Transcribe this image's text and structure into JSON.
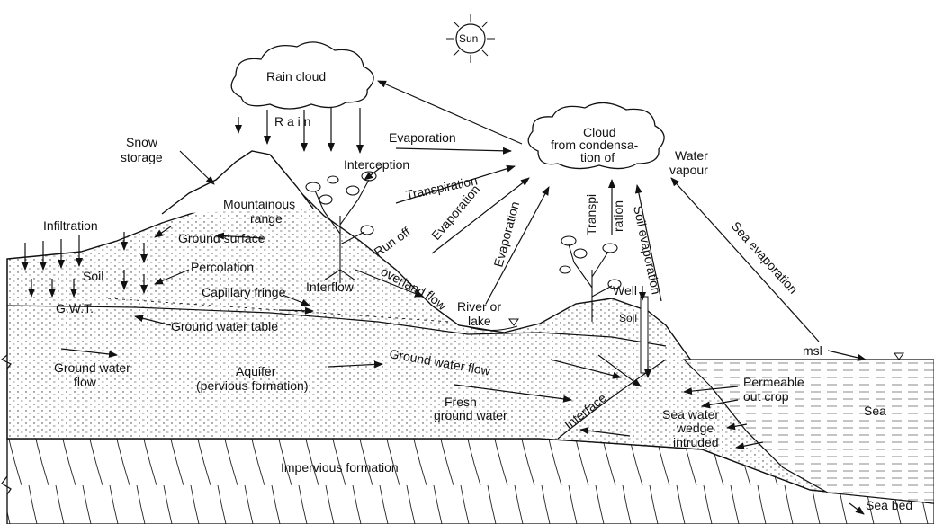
{
  "labels": {
    "sun": "Sun",
    "rain_cloud": "Rain cloud",
    "rain": "R a i n",
    "evaporation_top": "Evaporation",
    "cloud_line1": "Cloud",
    "cloud_line2": "from condensa-",
    "cloud_line3": "tion of",
    "water_vapour_1": "Water",
    "water_vapour_2": "vapour",
    "snow_1": "Snow",
    "snow_2": "storage",
    "interception": "Interception",
    "transpiration": "Transpiration",
    "infiltration": "Infiltration",
    "mountain_1": "Mountainous",
    "mountain_2": "range",
    "ground_surface": "Ground surface",
    "evaporation_mid": "Evaporation",
    "evaporation_right": "Evaporation",
    "transpi_1": "Transpi",
    "transpi_2": "ration",
    "soil_evaporation": "Soil evaporation",
    "sea_evaporation": "Sea evaporation",
    "soil": "Soil",
    "percolation": "Percolation",
    "runoff_1": "Run off",
    "runoff_2": "overland",
    "runoff_3": "flow",
    "capillary": "Capillary fringe",
    "interflow": "Interflow",
    "gwt": "G.W.T.",
    "gw_table": "Ground water table",
    "river_1": "River or",
    "river_2": "lake",
    "well": "Well",
    "soil_small": "Soil",
    "msl": "msl",
    "gw_flow_left_1": "Ground water",
    "gw_flow_left_2": "flow",
    "aquifer_1": "Aquifer",
    "aquifer_2": "(pervious formation)",
    "gw_flow_mid": "Ground water flow",
    "fresh_1": "Fresh",
    "fresh_2": "ground water",
    "interface": "Interface",
    "permeable_1": "Permeable",
    "permeable_2": "out crop",
    "sea": "Sea",
    "wedge_1": "Sea water",
    "wedge_2": "wedge",
    "wedge_3": "intruded",
    "impervious": "Impervious formation",
    "sea_bed": "Sea bed"
  }
}
